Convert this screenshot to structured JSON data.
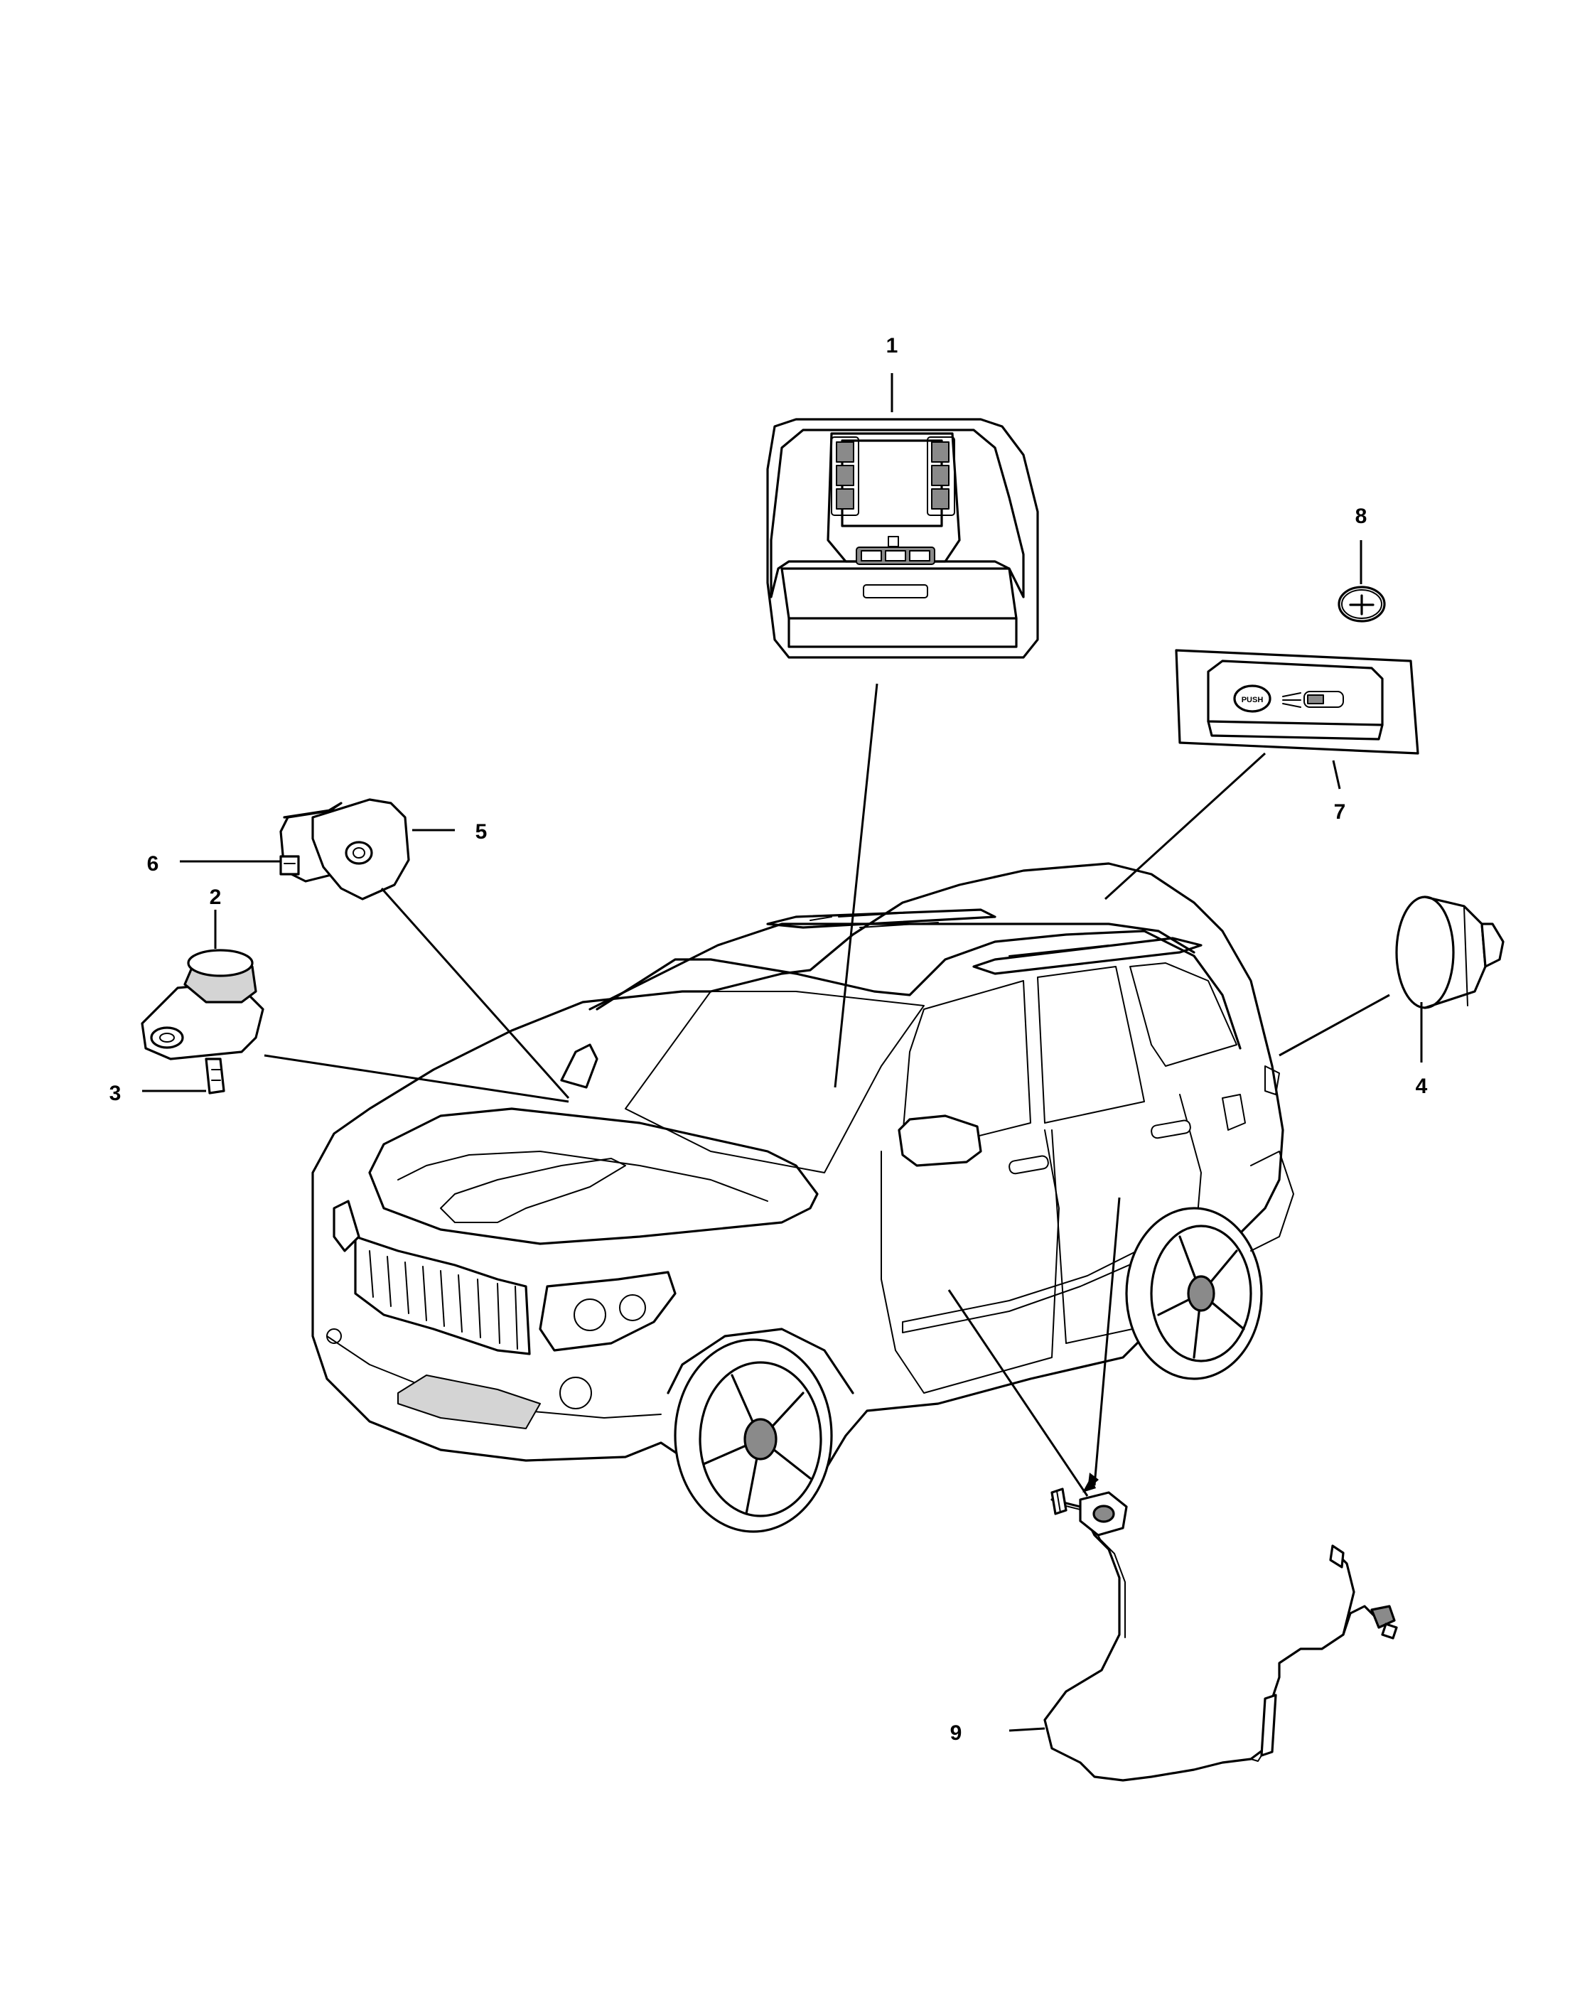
{
  "callouts": [
    {
      "id": "1",
      "label": "1"
    },
    {
      "id": "2",
      "label": "2"
    },
    {
      "id": "3",
      "label": "3"
    },
    {
      "id": "4",
      "label": "4"
    },
    {
      "id": "5",
      "label": "5"
    },
    {
      "id": "6",
      "label": "6"
    },
    {
      "id": "7",
      "label": "7"
    },
    {
      "id": "8",
      "label": "8"
    },
    {
      "id": "9",
      "label": "9"
    }
  ],
  "parts": {
    "reading_lamp_switch_label": "PUSH"
  },
  "icons": [
    "overhead-console-icon",
    "sensor-icon",
    "dome-lamp-icon",
    "courtesy-lamp-icon",
    "cargo-lamp-icon",
    "bulb-icon",
    "suv-vehicle-icon",
    "wiring-harness-icon"
  ]
}
